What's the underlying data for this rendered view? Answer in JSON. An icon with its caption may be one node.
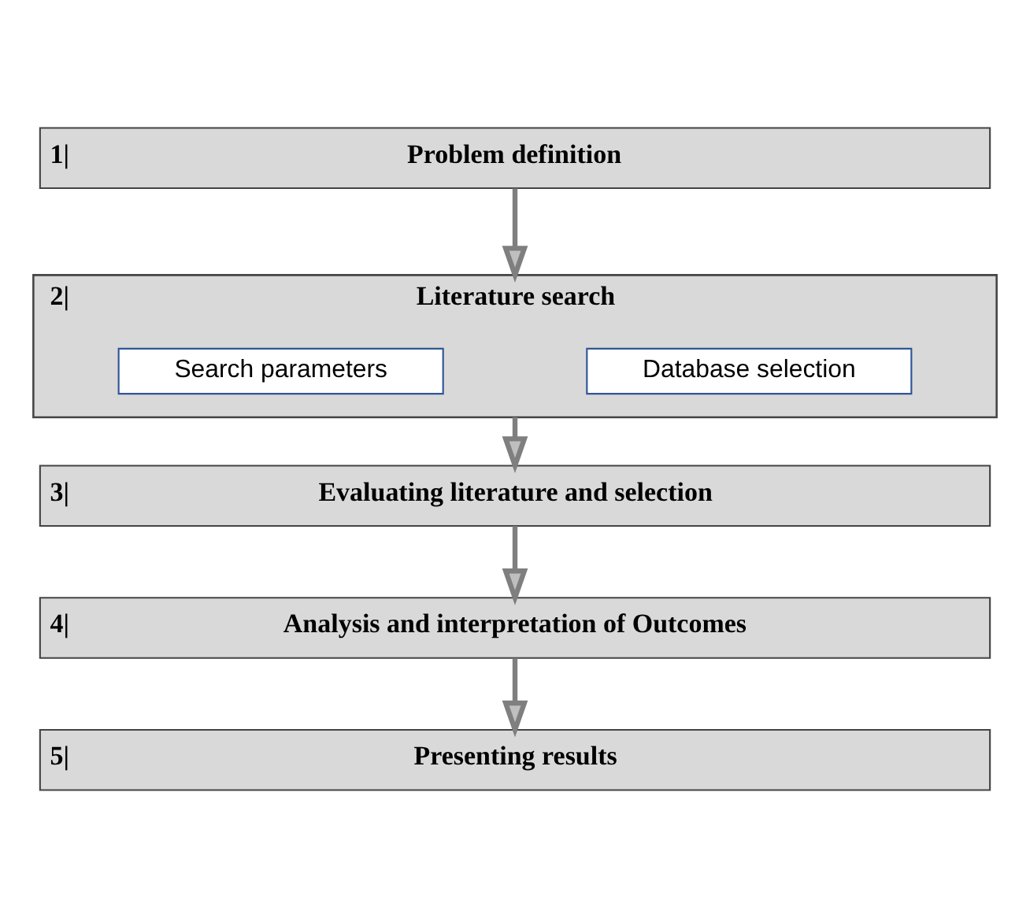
{
  "diagram": {
    "nodes": [
      {
        "text": [
          "1|",
          "Problem definition"
        ]
      },
      {
        "text": [
          "2|",
          "Literature search"
        ]
      },
      {
        "text": [
          "Search parameters"
        ],
        "in": 1
      },
      {
        "text": [
          "Database selection"
        ],
        "in": 1
      },
      {
        "text": [
          "3|",
          "Evaluating literature and selection"
        ]
      },
      {
        "text": [
          "4|",
          "Analysis and interpretation of Outcomes"
        ]
      },
      {
        "text": [
          "5|",
          "Presenting results"
        ]
      }
    ],
    "edges": [
      {
        "from": 0,
        "to": 1,
        "arrow": "to"
      },
      {
        "from": 1,
        "to": 4,
        "arrow": "to"
      },
      {
        "from": 4,
        "to": 5,
        "arrow": "to"
      },
      {
        "from": 5,
        "to": 6,
        "arrow": "to"
      }
    ]
  }
}
